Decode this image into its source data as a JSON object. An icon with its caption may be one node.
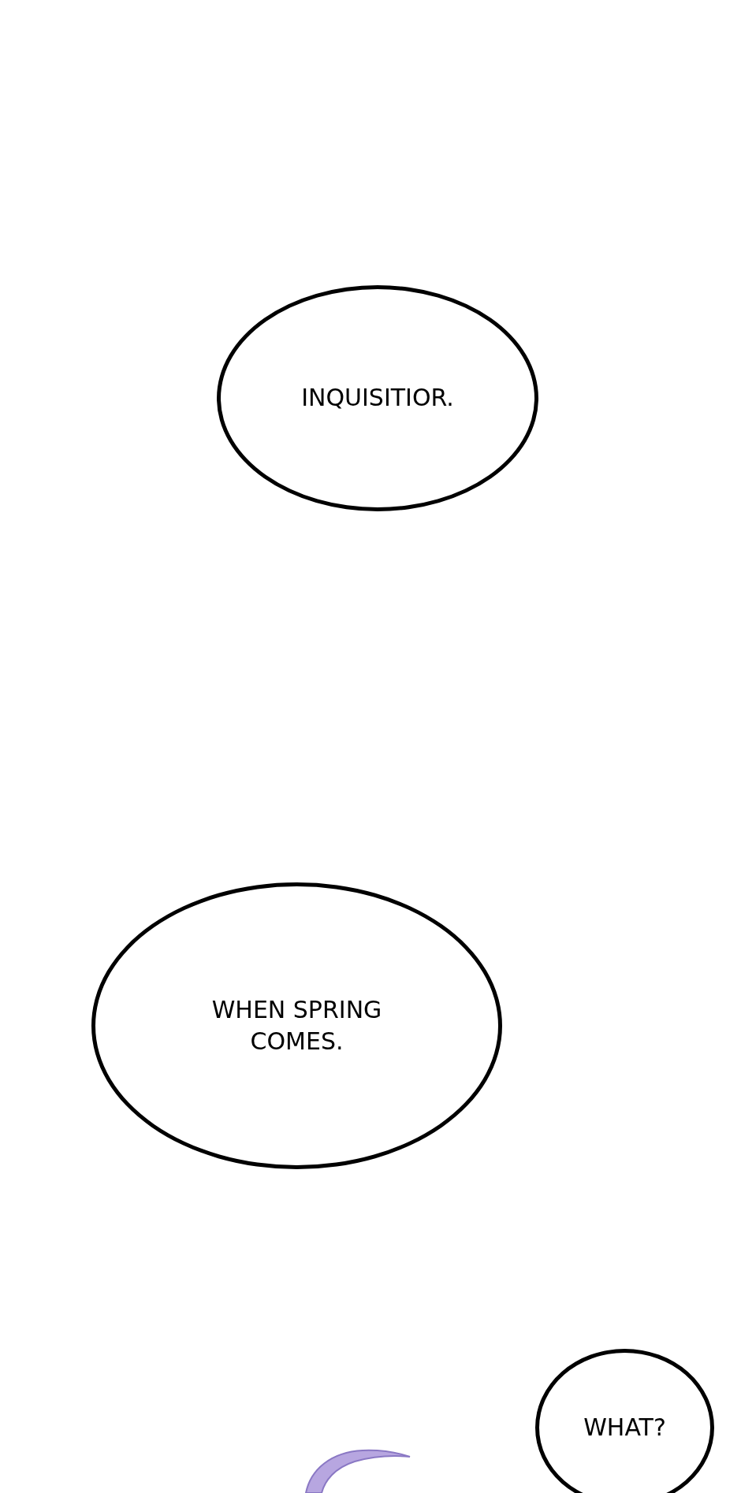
{
  "diagram": {
    "nodes": [
      {
        "text": [
          "INQUISITIOR."
        ]
      },
      {
        "text": [
          "WHEN SPRING COMES."
        ]
      },
      {
        "text": [
          "WHAT?"
        ]
      }
    ]
  }
}
